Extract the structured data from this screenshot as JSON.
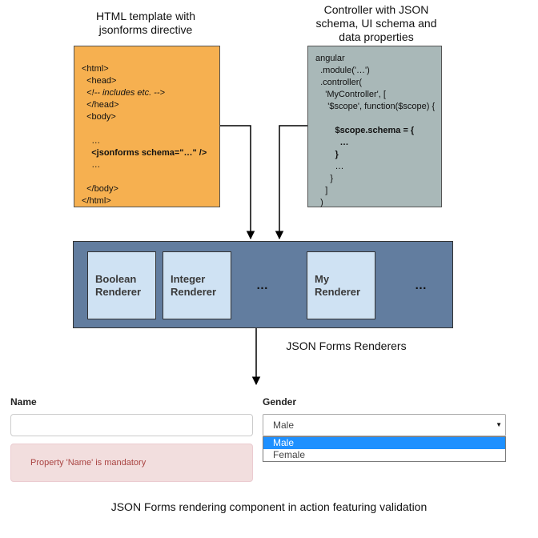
{
  "html_panel": {
    "caption": [
      "HTML template with",
      "jsonforms directive"
    ],
    "code_lines": [
      {
        "text": "<html>",
        "style": ""
      },
      {
        "text": "  <head>",
        "style": ""
      },
      {
        "text": "  <!-- includes etc. -->",
        "style": "it"
      },
      {
        "text": "  </head>",
        "style": ""
      },
      {
        "text": "  <body>",
        "style": ""
      },
      {
        "text": "",
        "style": ""
      },
      {
        "text": "    …",
        "style": ""
      },
      {
        "text": "    <jsonforms schema=\"…\" />",
        "style": "b"
      },
      {
        "text": "    …",
        "style": ""
      },
      {
        "text": "",
        "style": ""
      },
      {
        "text": "  </body>",
        "style": ""
      },
      {
        "text": "</html>",
        "style": ""
      }
    ],
    "color": "#f6b050"
  },
  "controller_panel": {
    "caption": [
      "Controller with JSON",
      "schema, UI schema and",
      "data properties"
    ],
    "code_lines": [
      {
        "text": "angular",
        "style": ""
      },
      {
        "text": "  .module('…')",
        "style": ""
      },
      {
        "text": "  .controller(",
        "style": ""
      },
      {
        "text": "    'MyController', [",
        "style": ""
      },
      {
        "text": "     '$scope', function($scope) {",
        "style": ""
      },
      {
        "text": "",
        "style": ""
      },
      {
        "text": "        $scope.schema = {",
        "style": "b"
      },
      {
        "text": "          …",
        "style": "b"
      },
      {
        "text": "        }",
        "style": "b"
      },
      {
        "text": "        …",
        "style": ""
      },
      {
        "text": "      }",
        "style": ""
      },
      {
        "text": "    ]",
        "style": ""
      },
      {
        "text": "  )",
        "style": ""
      }
    ],
    "color": "#a9b8b8"
  },
  "renderers": {
    "caption": "JSON Forms Renderers",
    "items": [
      {
        "line1": "Boolean",
        "line2": "Renderer"
      },
      {
        "line1": "Integer",
        "line2": "Renderer"
      },
      {
        "line1": "My",
        "line2": "Renderer"
      }
    ],
    "ellipsis": "…",
    "container_color": "#627d9f",
    "renderer_color": "#cfe2f3"
  },
  "form": {
    "name_label": "Name",
    "name_value": "",
    "error_message": "Property 'Name' is mandatory",
    "gender_label": "Gender",
    "gender_selected": "Male",
    "gender_options": [
      "Male",
      "Female"
    ],
    "select_arrow": "▼"
  },
  "bottom_caption": "JSON Forms rendering component in action featuring validation"
}
